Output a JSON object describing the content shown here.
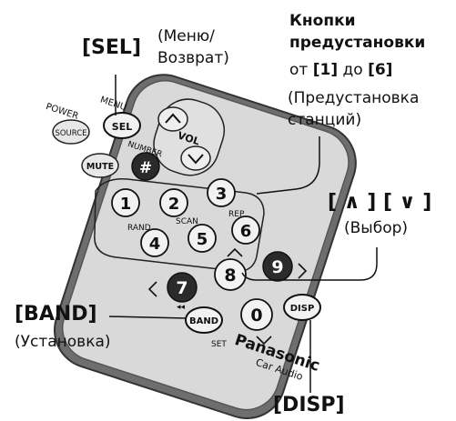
{
  "labels": {
    "sel": {
      "key": "[SEL]",
      "desc_line1": "(Меню/",
      "desc_line2": "Возврат)"
    },
    "presets": {
      "title_line1": "Кнопки",
      "title_line2": "предустановки",
      "range_from": "от",
      "range_start": "[1]",
      "range_to": "до",
      "range_end": "[6]",
      "desc_line1": "(Предустановка",
      "desc_line2": "станций)"
    },
    "select": {
      "key": "[ ∧ ] [ ∨ ]",
      "desc": "(Выбор)"
    },
    "band": {
      "key": "[BAND]",
      "desc": "(Установка)"
    },
    "disp": {
      "key": "[DISP]"
    }
  },
  "remote": {
    "power": "POWER",
    "menu": "MENU",
    "source": "SOURCE",
    "sel": "SEL",
    "number": "NUMBER",
    "vol": "VOL",
    "mute": "MUTE",
    "hash": "#",
    "rand": "RAND",
    "scan": "SCAN",
    "rep": "REP",
    "keys": [
      "1",
      "2",
      "3",
      "4",
      "5",
      "6",
      "7",
      "8",
      "9",
      "0"
    ],
    "band": "BAND",
    "set": "SET",
    "disp": "DISP",
    "brand": "Panasonic",
    "model": "Car Audio"
  }
}
